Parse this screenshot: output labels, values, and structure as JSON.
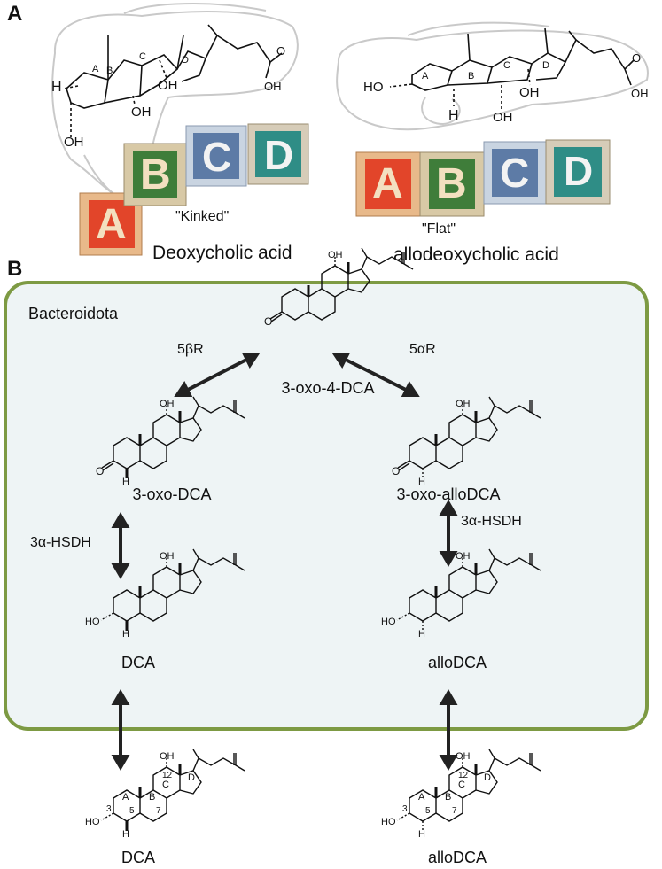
{
  "panel_a": {
    "letter": "A",
    "left": {
      "caption": "Deoxycholic acid",
      "shape_label": "\"Kinked\"",
      "ring_labels": [
        "A",
        "B",
        "C",
        "D"
      ],
      "atom_labels": {
        "h": "H",
        "oh3": "OH",
        "oh7": "OH",
        "oh12": "OH",
        "oh_acid": "OH",
        "o": "O"
      },
      "blocks": [
        "A",
        "B",
        "C",
        "D"
      ]
    },
    "right": {
      "caption": "allodeoxycholic acid",
      "shape_label": "\"Flat\"",
      "ring_labels": [
        "A",
        "B",
        "C",
        "D"
      ],
      "atom_labels": {
        "ho3": "HO",
        "h": "H",
        "oh7": "OH",
        "oh12": "OH",
        "oh_acid": "OH",
        "o": "O"
      },
      "blocks": [
        "A",
        "B",
        "C",
        "D"
      ]
    }
  },
  "panel_b": {
    "letter": "B",
    "organism": "Bacteroidota",
    "compounds": {
      "c3oxo4": "3-oxo-4-DCA",
      "c3oxo": "3-oxo-DCA",
      "c3oxoallo": "3-oxo-alloDCA",
      "dca_in": "DCA",
      "allodca_in": "alloDCA",
      "dca_out": "DCA",
      "allodca_out": "alloDCA"
    },
    "enzymes": {
      "e5b": "5βR",
      "e5a": "5αR",
      "hsdh_left": "3α-HSDH",
      "hsdh_right": "3α-HSDH"
    },
    "atom_labels": {
      "oh": "OH",
      "ho": "HO",
      "h": "H",
      "o": "O"
    },
    "numbering": [
      "3",
      "5",
      "7",
      "12"
    ],
    "ring_letters": [
      "A",
      "B",
      "C",
      "D"
    ]
  },
  "colors": {
    "panel_fill": "#eef4f5",
    "panel_border": "#7d9a43",
    "block_red": "#e2452a",
    "block_green": "#3f7d3a",
    "block_blue": "#5d7ba6",
    "block_teal": "#2f8d86",
    "wood": "#e8b98a"
  }
}
